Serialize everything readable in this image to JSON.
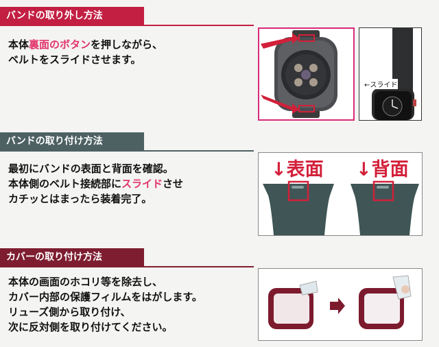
{
  "sections": [
    {
      "header": "バンドの取り外し方法",
      "color": "#c21f42",
      "lines": [
        [
          {
            "t": "本体"
          },
          {
            "t": "裏面のボタン",
            "hl": true
          },
          {
            "t": "を押しながら、"
          }
        ],
        [
          {
            "t": "ベルトをスライドさせます。"
          }
        ]
      ]
    },
    {
      "header": "バンドの取り付け方法",
      "color": "#4d6163",
      "lines": [
        [
          {
            "t": "最初にバンドの表面と背面を確認。"
          }
        ],
        [
          {
            "t": "本体側のベルト接続部に"
          },
          {
            "t": "スライド",
            "hl": true
          },
          {
            "t": "させ"
          }
        ],
        [
          {
            "t": "カチッとはまったら装着完了。"
          }
        ]
      ]
    },
    {
      "header": "カバーの取り付け方法",
      "color": "#7e1d30",
      "lines": [
        [
          {
            "t": "本体の画面のホコリ等を除去し、"
          }
        ],
        [
          {
            "t": "カバー内部の保護フィルムをはがします。"
          }
        ],
        [
          {
            "t": "リューズ側から取り付け、"
          }
        ],
        [
          {
            "t": "次に反対側を取り付けてください。"
          }
        ]
      ]
    }
  ],
  "images": {
    "slide_caption": "←スライド",
    "front_label": "↓表面",
    "back_label": "↓背面"
  },
  "colors": {
    "highlight": "#e2336b",
    "band": "#3f5556",
    "panel_border_pink": "#d92a7b",
    "panel_border_red": "#c6233b",
    "cover": "#7c1a2e"
  }
}
